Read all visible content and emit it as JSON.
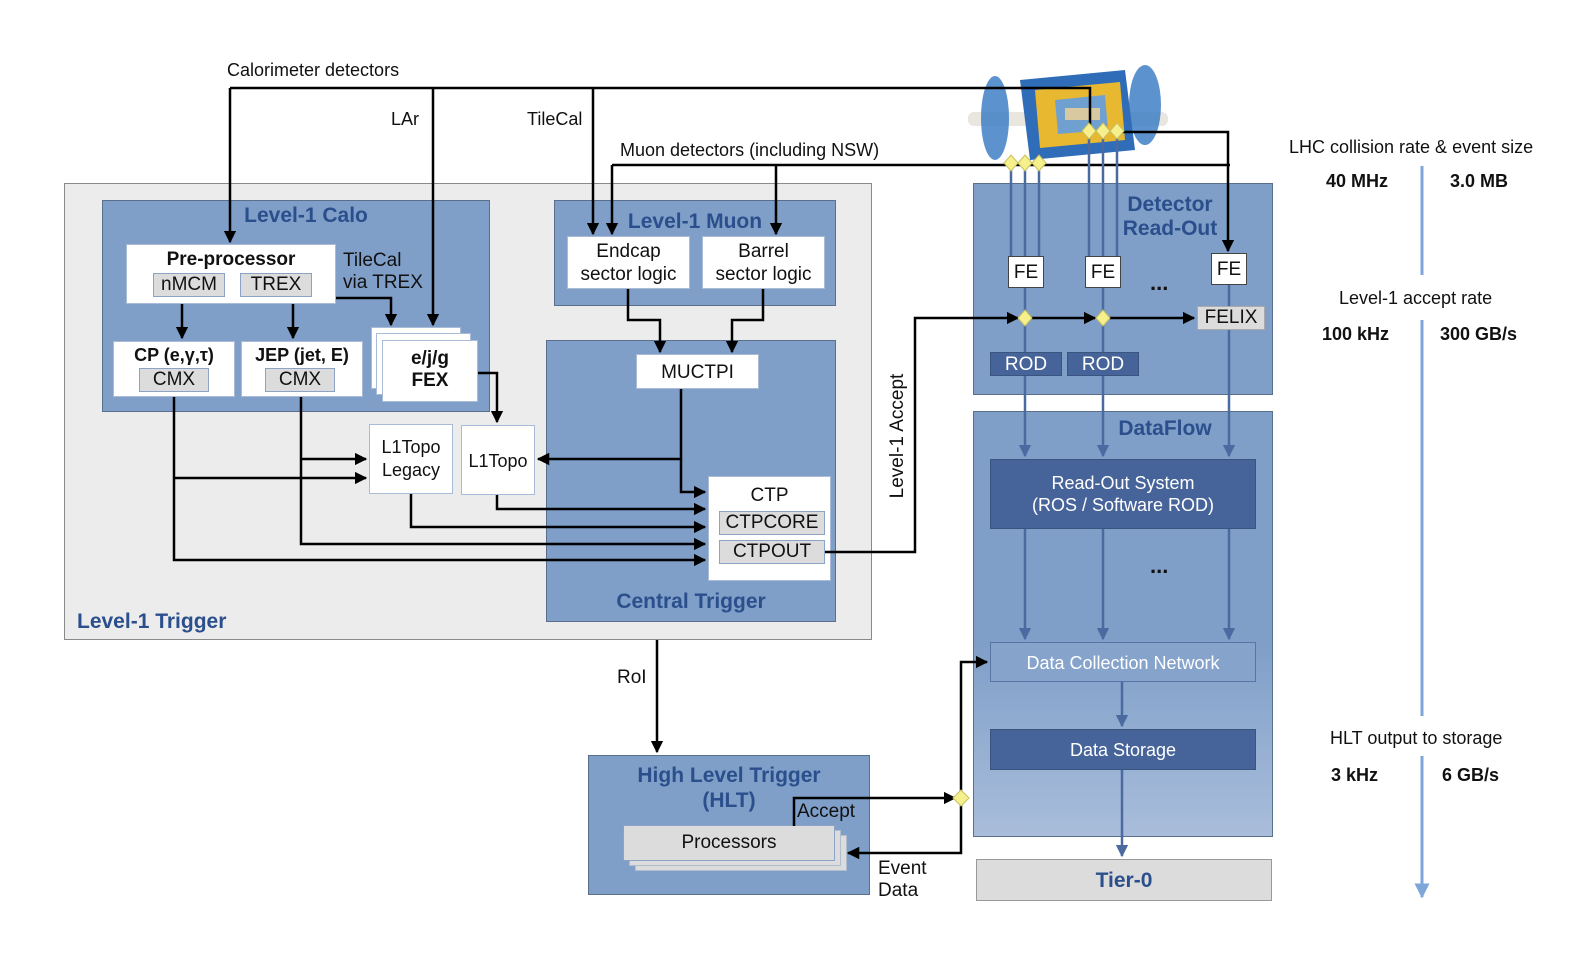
{
  "inputs": {
    "calorimeter": "Calorimeter detectors",
    "lar": "LAr",
    "tilecal": "TileCal",
    "muon": "Muon detectors (including NSW)"
  },
  "level1_trigger": {
    "title": "Level-1 Trigger",
    "calo": {
      "title": "Level-1 Calo",
      "preprocessor": {
        "title": "Pre-processor",
        "chips": [
          "nMCM",
          "TREX"
        ]
      },
      "tilecal_via_trex": [
        "TileCal",
        "via TREX"
      ],
      "cp": {
        "title": "CP (e,γ,τ)",
        "chip": "CMX"
      },
      "jep": {
        "title": "JEP (jet, E)",
        "chip": "CMX"
      },
      "fex": [
        "e/j/g",
        "FEX"
      ]
    },
    "muon": {
      "title": "Level-1 Muon",
      "endcap": [
        "Endcap",
        "sector logic"
      ],
      "barrel": [
        "Barrel",
        "sector logic"
      ]
    },
    "l1topo_legacy": [
      "L1Topo",
      "Legacy"
    ],
    "l1topo": "L1Topo",
    "central": {
      "title": "Central Trigger",
      "muctpi": "MUCTPI",
      "ctp": {
        "title": "CTP",
        "chips": [
          "CTPCORE",
          "CTPOUT"
        ]
      }
    }
  },
  "level1_accept": "Level-1 Accept",
  "roi": "RoI",
  "hlt": {
    "title": [
      "High Level Trigger",
      "(HLT)"
    ],
    "processors": "Processors",
    "accept": "Accept",
    "event_data": [
      "Event",
      "Data"
    ]
  },
  "readout": {
    "title": [
      "Detector",
      "Read-Out"
    ],
    "fe": [
      "FE",
      "FE",
      "FE"
    ],
    "ellipsis": "...",
    "felix": "FELIX",
    "rod": [
      "ROD",
      "ROD"
    ]
  },
  "dataflow": {
    "title": "DataFlow",
    "ros": [
      "Read-Out System",
      "(ROS / Software ROD)"
    ],
    "ellipsis": "...",
    "dcn": "Data Collection Network",
    "storage": "Data Storage"
  },
  "tier0": "Tier-0",
  "rates": {
    "stages": [
      {
        "label": "LHC collision rate & event size",
        "rate": "40 MHz",
        "size": "3.0 MB"
      },
      {
        "label": "Level-1 accept rate",
        "rate": "100 kHz",
        "size": "300 GB/s"
      },
      {
        "label": "HLT output to storage",
        "rate": "3 kHz",
        "size": "6 GB/s"
      }
    ]
  },
  "colors": {
    "panel_blue": "#7f9fc8",
    "title_blue": "#2a4f8c",
    "dark_blue": "#46649a",
    "rate_arrow": "#7ea6d8",
    "junction": "#f5ef8c"
  }
}
